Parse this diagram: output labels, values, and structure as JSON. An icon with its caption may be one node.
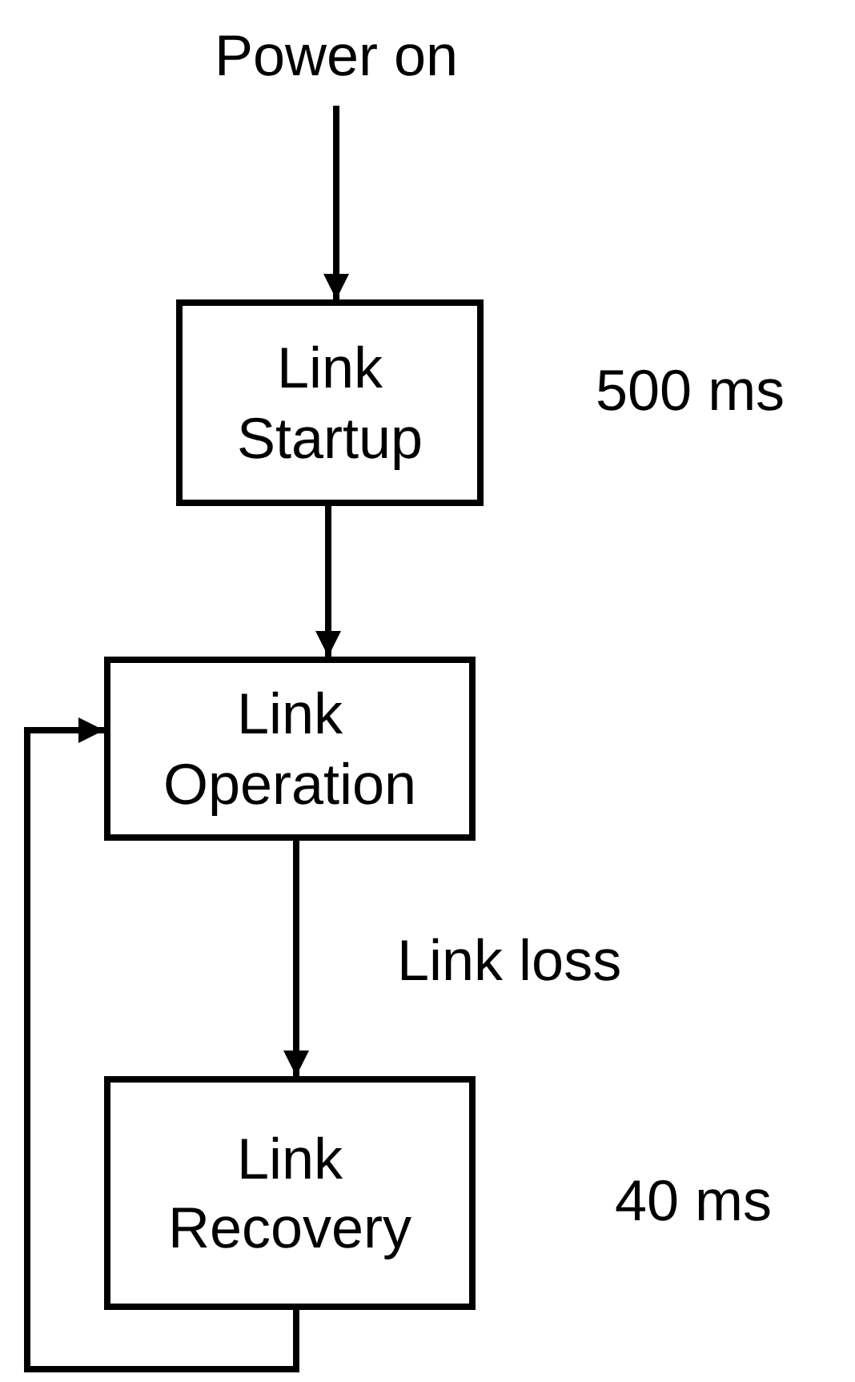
{
  "diagram": {
    "nodes": [
      {
        "text": [
          "Power on"
        ]
      },
      {
        "text": [
          "Link Startup"
        ],
        "beside": [
          "500 ms"
        ]
      },
      {
        "text": [
          "Link Operation"
        ]
      },
      {
        "text": [
          "Link Recovery"
        ],
        "beside": [
          "40 ms"
        ]
      }
    ],
    "edges": [
      {
        "from": 0,
        "to": 1,
        "arrow": "to"
      },
      {
        "from": 1,
        "to": 2,
        "arrow": "to"
      },
      {
        "from": 2,
        "to": 3,
        "arrow": "to",
        "label": "Link loss"
      },
      {
        "from": 3,
        "to": 2,
        "arrow": "to"
      }
    ]
  }
}
